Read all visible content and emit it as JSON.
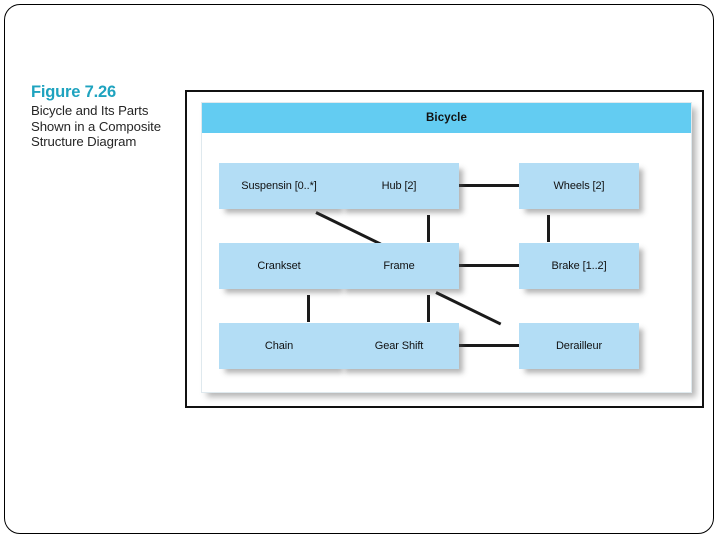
{
  "slide": {
    "caption": {
      "figure_number": "Figure 7.26",
      "lines": [
        "Bicycle and Its Parts",
        "Shown in a Composite",
        "Structure Diagram"
      ]
    }
  },
  "diagram": {
    "type": "composite-structure-diagram",
    "composite_name": "Bicycle",
    "colors": {
      "header_fill": "#63ccf2",
      "part_fill": "#b3ddf5",
      "connector": "#1a1a1a",
      "figure_number_text": "#1fa3bf",
      "frame_border": "#111111"
    },
    "parts": [
      {
        "id": "suspensin",
        "label": "Suspensin [0..*]",
        "row": 1,
        "col": 1
      },
      {
        "id": "hub",
        "label": "Hub [2]",
        "row": 1,
        "col": 2
      },
      {
        "id": "wheels",
        "label": "Wheels [2]",
        "row": 1,
        "col": 3
      },
      {
        "id": "crankset",
        "label": "Crankset",
        "row": 2,
        "col": 1
      },
      {
        "id": "frame",
        "label": "Frame",
        "row": 2,
        "col": 2
      },
      {
        "id": "brake",
        "label": "Brake [1..2]",
        "row": 2,
        "col": 3
      },
      {
        "id": "chain",
        "label": "Chain",
        "row": 3,
        "col": 1
      },
      {
        "id": "gearshift",
        "label": "Gear Shift",
        "row": 3,
        "col": 2
      },
      {
        "id": "derailleur",
        "label": "Derailleur",
        "row": 3,
        "col": 3
      }
    ],
    "connectors": [
      {
        "from": "hub",
        "to": "wheels",
        "kind": "horizontal"
      },
      {
        "from": "crankset",
        "to": "frame",
        "kind": "horizontal"
      },
      {
        "from": "frame",
        "to": "brake",
        "kind": "horizontal"
      },
      {
        "from": "gearshift",
        "to": "derailleur",
        "kind": "horizontal"
      },
      {
        "from": "hub",
        "to": "frame",
        "kind": "vertical"
      },
      {
        "from": "wheels",
        "to": "brake",
        "kind": "vertical"
      },
      {
        "from": "crankset",
        "to": "chain",
        "kind": "vertical"
      },
      {
        "from": "frame",
        "to": "gearshift",
        "kind": "vertical"
      },
      {
        "from": "suspensin",
        "to": "frame",
        "kind": "diagonal"
      },
      {
        "from": "frame",
        "to": "derailleur",
        "kind": "diagonal"
      }
    ]
  }
}
